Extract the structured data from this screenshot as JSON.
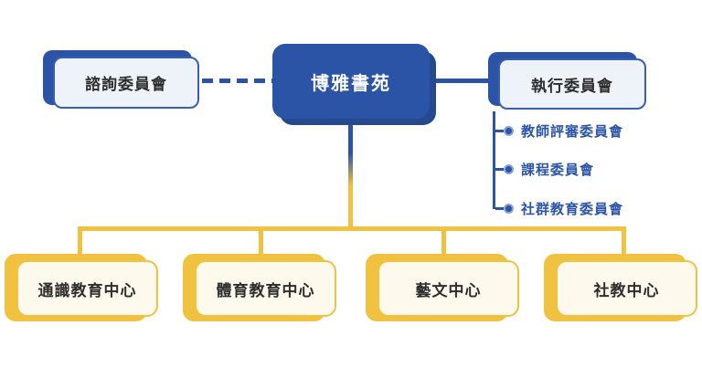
{
  "root": {
    "label": "博雅書苑"
  },
  "advisory": {
    "label": "諮詢委員會"
  },
  "executive": {
    "label": "執行委員會",
    "subitems": [
      {
        "label": "教師評審委員會"
      },
      {
        "label": "課程委員會"
      },
      {
        "label": "社群教育委員會"
      }
    ]
  },
  "centers": [
    {
      "label": "通識教育中心"
    },
    {
      "label": "體育教育中心"
    },
    {
      "label": "藝文中心"
    },
    {
      "label": "社教中心"
    }
  ],
  "colors": {
    "blue": "#2b54a7",
    "blue_shadow": "#26488f",
    "blue_border": "#3a5fae",
    "blue_fill": "#eef2f9",
    "yellow": "#f0c240",
    "cream": "#fdf9ec",
    "ink": "#2e2e2e"
  }
}
